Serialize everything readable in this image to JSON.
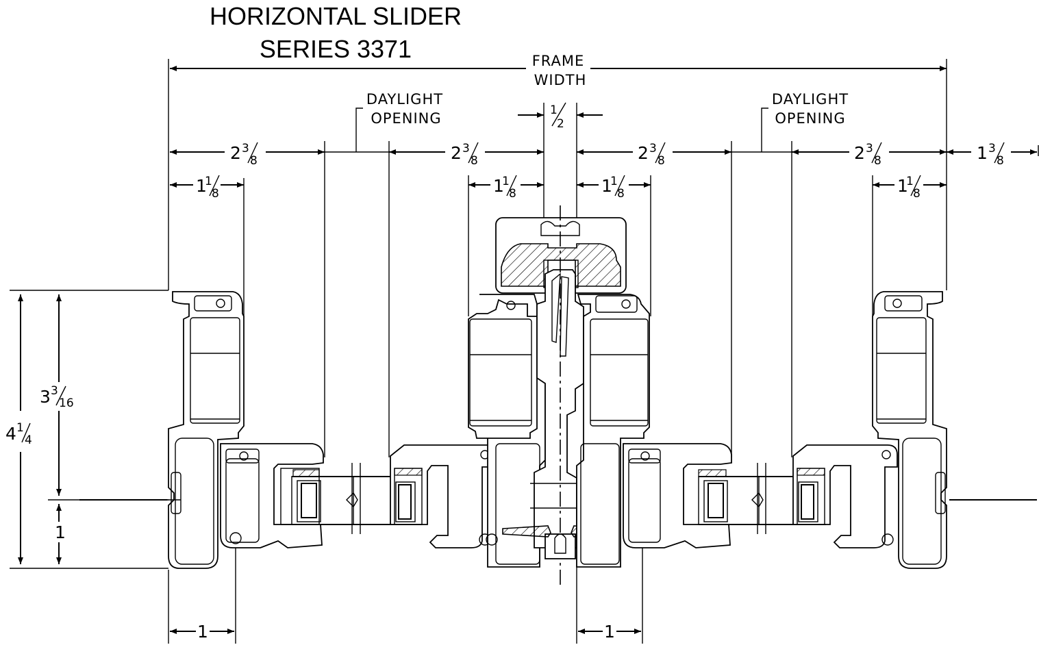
{
  "title": {
    "line1": "HORIZONTAL SLIDER",
    "line2": "SERIES 3371"
  },
  "labels": {
    "frame_width_1": "FRAME",
    "frame_width_2": "WIDTH",
    "daylight_1": "DAYLIGHT",
    "daylight_2": "OPENING"
  },
  "dimensions": {
    "two_three_eighths": {
      "whole": "2",
      "num": "3",
      "den": "8"
    },
    "one_one_eighth": {
      "whole": "1",
      "num": "1",
      "den": "8"
    },
    "one_three_eighths": {
      "whole": "1",
      "num": "3",
      "den": "8"
    },
    "one_half": {
      "num": "1",
      "den": "2"
    },
    "three_three_sixteenths": {
      "whole": "3",
      "num": "3",
      "den": "16"
    },
    "four_one_quarter": {
      "whole": "4",
      "num": "1",
      "den": "4"
    },
    "one": "1"
  },
  "colors": {
    "line": "#000000",
    "background": "#ffffff",
    "hatch": "#000000"
  }
}
